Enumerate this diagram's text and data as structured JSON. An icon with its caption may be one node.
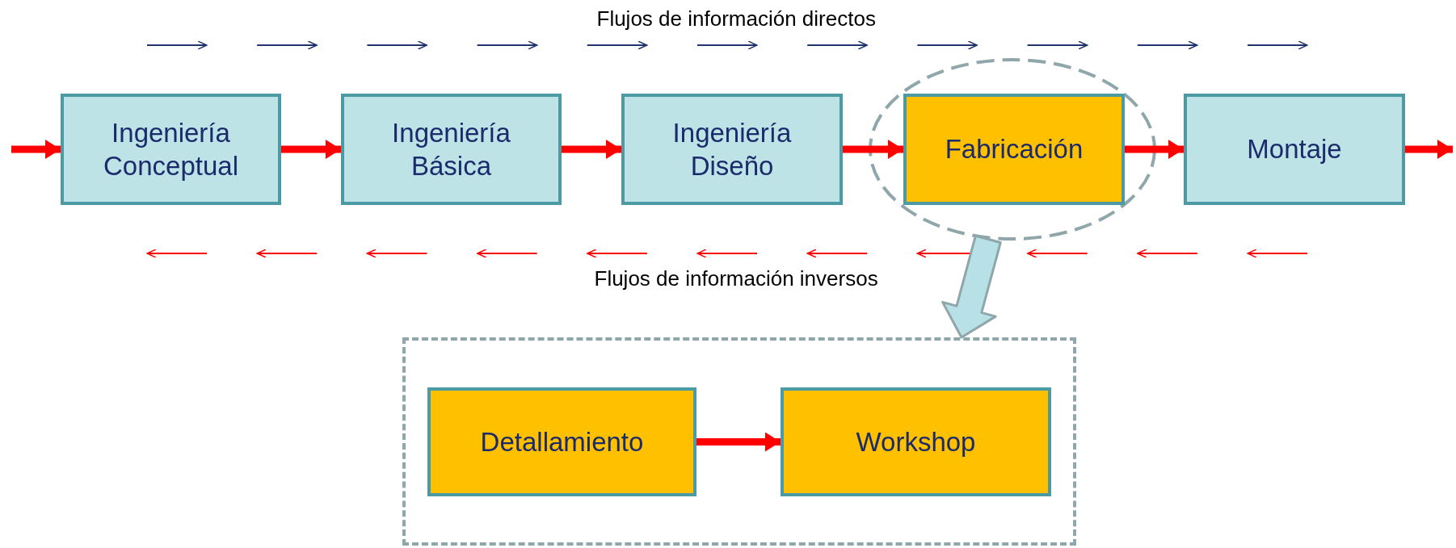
{
  "diagram": {
    "nodes": [
      {
        "text": [
          "Ingeniería Conceptual"
        ]
      },
      {
        "text": [
          "Ingeniería Básica"
        ]
      },
      {
        "text": [
          "Ingeniería Diseño"
        ]
      },
      {
        "text": [],
        "shape": "ellipse"
      },
      {
        "text": [
          "Fabricación"
        ],
        "in": 3
      },
      {
        "text": [
          "Montaje"
        ]
      },
      {
        "text": [],
        "shape": "box"
      },
      {
        "text": [
          "Detallamiento"
        ],
        "in": 6
      },
      {
        "text": [
          "Workshop"
        ],
        "in": 6
      }
    ],
    "edges": [
      {
        "from": null,
        "to": 0,
        "arrow": "to"
      },
      {
        "from": 0,
        "to": 1,
        "arrow": "to"
      },
      {
        "from": 1,
        "to": 2,
        "arrow": "to"
      },
      {
        "from": 2,
        "to": 4,
        "arrow": "to"
      },
      {
        "from": 4,
        "to": 5,
        "arrow": "to"
      },
      {
        "from": 5,
        "to": null,
        "arrow": "to"
      },
      {
        "from": 3,
        "to": 6,
        "arrow": "to",
        "style": "thick",
        "color": "#b7e1e6"
      },
      {
        "from": 7,
        "to": 8,
        "arrow": "to"
      }
    ],
    "labels": [
      "Flujos de información directos",
      "Flujos de información inversos"
    ]
  }
}
